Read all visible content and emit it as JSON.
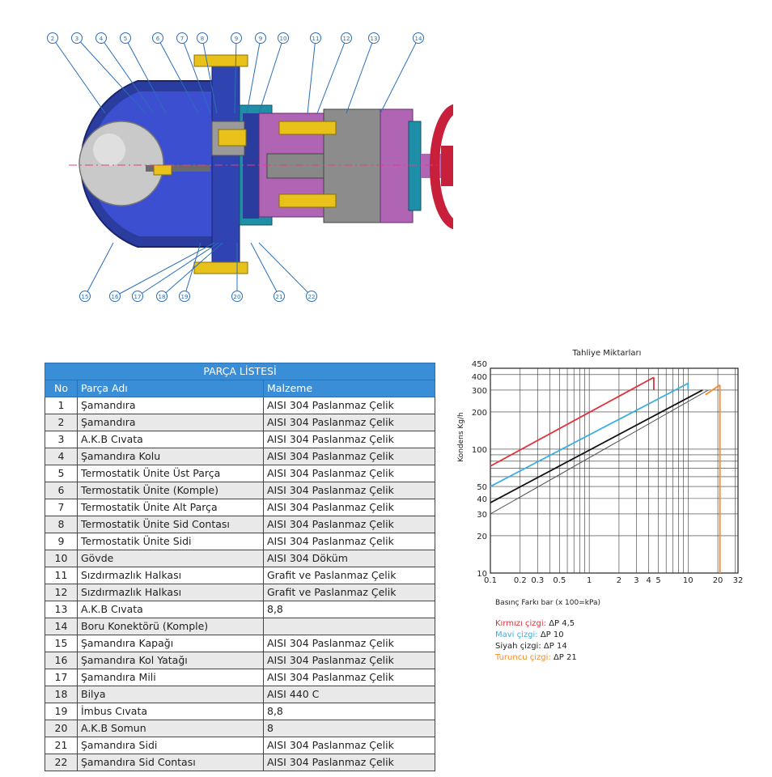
{
  "drawing": {
    "callouts_top": [
      "2",
      "3",
      "4",
      "5",
      "6",
      "7",
      "8",
      "9",
      "9",
      "10",
      "11",
      "12",
      "13",
      "14"
    ],
    "callouts_bottom": [
      "15",
      "16",
      "17",
      "18",
      "19",
      "20",
      "21",
      "22"
    ],
    "colors": {
      "body": "#2a3c9e",
      "inner": "#3b4fd0",
      "cover": "#1e8fa6",
      "gland": "#b064b4",
      "valve": "#c8203a",
      "bolt": "#e8c21a",
      "float": "#c9c9c9"
    }
  },
  "table": {
    "title": "PARÇA LİSTESİ",
    "headers": [
      "No",
      "Parça Adı",
      "Malzeme"
    ],
    "rows": [
      [
        "1",
        "Şamandıra",
        "AISI 304 Paslanmaz Çelik"
      ],
      [
        "2",
        "Şamandıra",
        "AISI 304 Paslanmaz Çelik"
      ],
      [
        "3",
        "A.K.B Cıvata",
        "AISI 304 Paslanmaz Çelik"
      ],
      [
        "4",
        "Şamandıra Kolu",
        "AISI 304 Paslanmaz Çelik"
      ],
      [
        "5",
        "Termostatik Ünite Üst Parça",
        "AISI 304 Paslanmaz Çelik"
      ],
      [
        "6",
        "Termostatik Ünite (Komple)",
        "AISI 304 Paslanmaz Çelik"
      ],
      [
        "7",
        "Termostatik Ünite Alt Parça",
        "AISI 304 Paslanmaz Çelik"
      ],
      [
        "8",
        "Termostatik Ünite Sid Contası",
        "AISI 304 Paslanmaz Çelik"
      ],
      [
        "9",
        "Termostatik Ünite Sidi",
        "AISI 304 Paslanmaz Çelik"
      ],
      [
        "10",
        "Gövde",
        "AISI 304 Döküm"
      ],
      [
        "11",
        "Sızdırmazlık Halkası",
        "Grafit ve Paslanmaz Çelik"
      ],
      [
        "12",
        "Sızdırmazlık Halkası",
        "Grafit ve Paslanmaz Çelik"
      ],
      [
        "13",
        "A.K.B Cıvata",
        "8,8"
      ],
      [
        "14",
        "Boru Konektörü (Komple)",
        ""
      ],
      [
        "15",
        "Şamandıra Kapağı",
        "AISI 304 Paslanmaz Çelik"
      ],
      [
        "16",
        "Şamandıra Kol Yatağı",
        "AISI 304 Paslanmaz Çelik"
      ],
      [
        "17",
        "Şamandıra Mili",
        "AISI 304 Paslanmaz Çelik"
      ],
      [
        "18",
        "Bilya",
        "AISI 440 C"
      ],
      [
        "19",
        "İmbus Cıvata",
        "8,8"
      ],
      [
        "20",
        "A.K.B Somun",
        "8"
      ],
      [
        "21",
        "Şamandıra Sidi",
        "AISI 304 Paslanmaz Çelik"
      ],
      [
        "22",
        "Şamandıra Sid Contası",
        "AISI 304 Paslanmaz Çelik"
      ]
    ]
  },
  "chart_data": {
    "type": "line",
    "title": "Tahliye Miktarları",
    "xlabel": "Basınç Farkı bar (x 100=kPa)",
    "ylabel": "Kondens Kg/h",
    "xscale": "log",
    "yscale": "log",
    "xlim": [
      0.1,
      32
    ],
    "ylim": [
      10,
      450
    ],
    "xticks": [
      "0.1",
      "0.2",
      "0.3",
      "0.5",
      "1",
      "2",
      "3",
      "4",
      "5",
      "10",
      "20",
      "32"
    ],
    "xtick_values": [
      0.1,
      0.2,
      0.3,
      0.5,
      1,
      2,
      3,
      4,
      5,
      10,
      20,
      32
    ],
    "yticks": [
      "10",
      "20",
      "30",
      "40",
      "50",
      "100",
      "200",
      "300",
      "400",
      "450"
    ],
    "ytick_values": [
      10,
      20,
      30,
      40,
      50,
      100,
      200,
      300,
      400,
      450
    ],
    "grid": true,
    "series": [
      {
        "name": "Kırmızı çizgi: ΔP 4,5",
        "color": "#e0303a",
        "points": [
          [
            0.1,
            73
          ],
          [
            4.5,
            380
          ]
        ],
        "drop_to": [
          4.5,
          300
        ]
      },
      {
        "name": "Mavi çizgi: ΔP 10",
        "color": "#3aaee0",
        "points": [
          [
            0.1,
            50
          ],
          [
            10,
            340
          ]
        ],
        "drop_to": [
          10,
          300
        ]
      },
      {
        "name": "Siyah çizgi: ΔP 14",
        "color": "#111111",
        "points": [
          [
            0.1,
            37
          ],
          [
            14,
            300
          ]
        ],
        "drop_to": null
      },
      {
        "name": "",
        "color": "#555555",
        "points": [
          [
            0.1,
            30
          ],
          [
            16,
            300
          ]
        ],
        "drop_to": null
      },
      {
        "name": "Turuncu çizgi: ΔP 21",
        "color": "#f08c2a",
        "points": [
          [
            0.1,
            0
          ],
          [
            21,
            330
          ]
        ],
        "drop_to": [
          21,
          10
        ]
      }
    ],
    "legend": {
      "placement": "bottom-left",
      "items": [
        {
          "label": "Kırmızı çizgi:",
          "value": "ΔP 4,5",
          "color": "#e0303a"
        },
        {
          "label": "Mavi çizgi:",
          "value": "ΔP 10",
          "color": "#3aaee0"
        },
        {
          "label": "Siyah çizgi:",
          "value": "ΔP 14",
          "color": "#222222"
        },
        {
          "label": "Turuncu çizgi:",
          "value": "ΔP 21",
          "color": "#f08c2a"
        }
      ]
    }
  }
}
